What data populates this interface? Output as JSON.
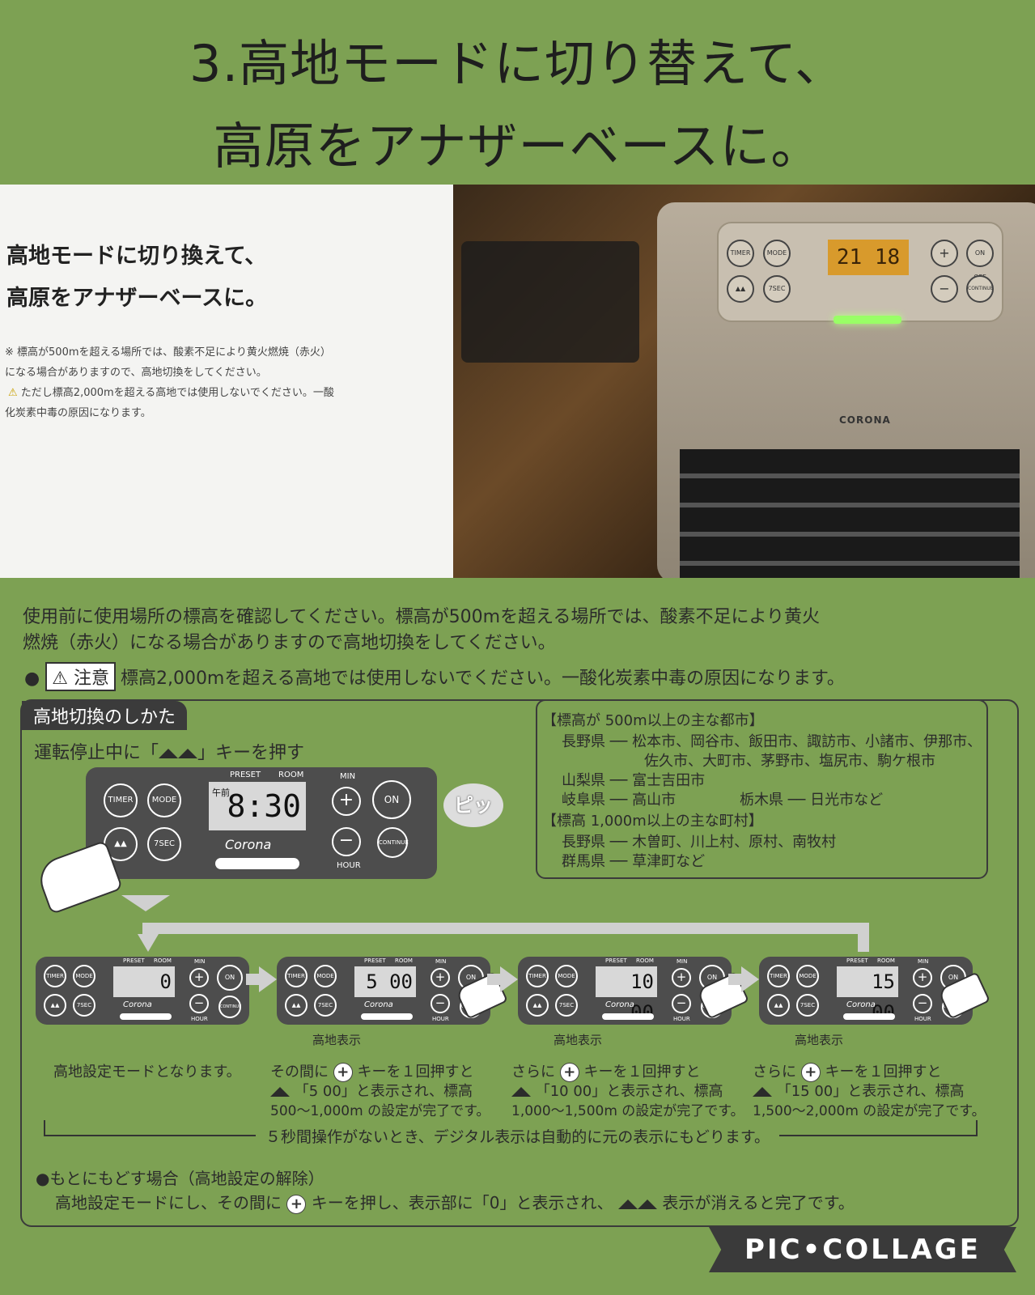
{
  "header": {
    "title_line1": "3.高地モードに切り替えて、",
    "title_line2": "高原をアナザーベースに。"
  },
  "photo": {
    "heading_line1": "高地モードに切り換えて、",
    "heading_line2": "高原をアナザーベースに。",
    "note_line1": "※ 標高が500mを超える場所では、酸素不足により黄火燃焼（赤火）",
    "note_line2": "になる場合がありますので、高地切換をしてください。",
    "note_line3": "ただし標高2,000mを超える高地では使用しないでください。一酸",
    "note_line4": "化炭素中毒の原因になります。",
    "heater_display": "21 18",
    "heater_brand": "CORONA",
    "heater_buttons": [
      "TIMER",
      "MODE",
      "7SEC",
      "ON OFF",
      "CONTINUE"
    ]
  },
  "intro": {
    "line1": "使用前に使用場所の標高を確認してください。標高が500mを超える場所では、酸素不足により黄火",
    "line2": "燃焼（赤火）になる場合がありますので高地切換をしてください。",
    "caution_label": "注意",
    "caution_text": "標高2,000mを超える高地では使用しないでください。一酸化炭素中毒の原因になります。"
  },
  "method": {
    "tab_title": "高地切換のしかた",
    "instruction": "運転停止中に「",
    "instruction_end": "」キーを押す",
    "panel_time": "8:30",
    "panel_am": "午前",
    "bubble": "ピッ",
    "labels": {
      "preset": "PRESET",
      "room": "ROOM",
      "min": "MIN",
      "hour": "HOUR",
      "timer": "TIMER",
      "mode": "MODE",
      "sec": "7SEC",
      "onoff": "ON OFF",
      "continue": "CONTINUE",
      "brand": "Corona"
    }
  },
  "towns": {
    "heading1": "【標高が 500m以上の主な都市】",
    "rows1": [
      {
        "pref": "長野県",
        "cities": "松本市、岡谷市、飯田市、諏訪市、小諸市、伊那市、"
      },
      {
        "pref": "",
        "cities": "佐久市、大町市、茅野市、塩尻市、駒ケ根市"
      },
      {
        "pref": "山梨県",
        "cities": "富士吉田市"
      },
      {
        "pref": "岐阜県",
        "cities": "高山市"
      }
    ],
    "tochigi": "栃木県 ── 日光市など",
    "heading2": "【標高 1,000m以上の主な町村】",
    "rows2": [
      {
        "pref": "長野県",
        "cities": "木曽町、川上村、原村、南牧村"
      },
      {
        "pref": "群馬県",
        "cities": "草津町など"
      }
    ]
  },
  "steps": [
    {
      "display": "0",
      "caption": "",
      "desc1": "高地設定モードとなります。",
      "desc2": "",
      "desc3": ""
    },
    {
      "display": "5 00",
      "caption": "高地表示",
      "desc1": "その間に",
      "desc1b": "キーを１回押すと",
      "desc2": "「5 00」と表示され、標高",
      "desc3": "500〜1,000m の設定が完了です。"
    },
    {
      "display": "10 00",
      "caption": "高地表示",
      "desc1": "さらに",
      "desc1b": "キーを１回押すと",
      "desc2": "「10 00」と表示され、標高",
      "desc3": "1,000〜1,500m の設定が完了です。"
    },
    {
      "display": "15 00",
      "caption": "高地表示",
      "desc1": "さらに",
      "desc1b": "キーを１回押すと",
      "desc2": "「15 00」と表示され、標高",
      "desc3": "1,500〜2,000m の設定が完了です。"
    }
  ],
  "timeout_note": "５秒間操作がないとき、デジタル表示は自動的に元の表示にもどります。",
  "reset": {
    "title": "●もとにもどす場合（高地設定の解除）",
    "line_a": "高地設定モードにし、その間に",
    "line_b": "キーを押し、表示部に「0」と表示され、",
    "line_c": "表示が消えると完了です。"
  },
  "watermark": "PIC•COLLAGE"
}
